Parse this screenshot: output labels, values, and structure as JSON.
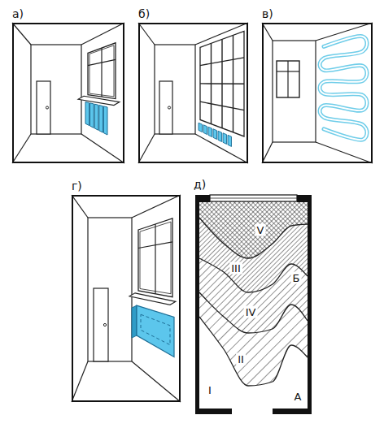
{
  "diagram": {
    "nodes": [
      {
        "text": [
          "а)"
        ]
      },
      {
        "text": [
          "б)"
        ]
      },
      {
        "text": [
          "в)"
        ]
      },
      {
        "text": [
          "г)"
        ]
      },
      {
        "text": [
          "д)"
        ]
      }
    ],
    "labels": [
      "V",
      "III",
      "Б",
      "IV",
      "II",
      "I",
      "А"
    ]
  }
}
